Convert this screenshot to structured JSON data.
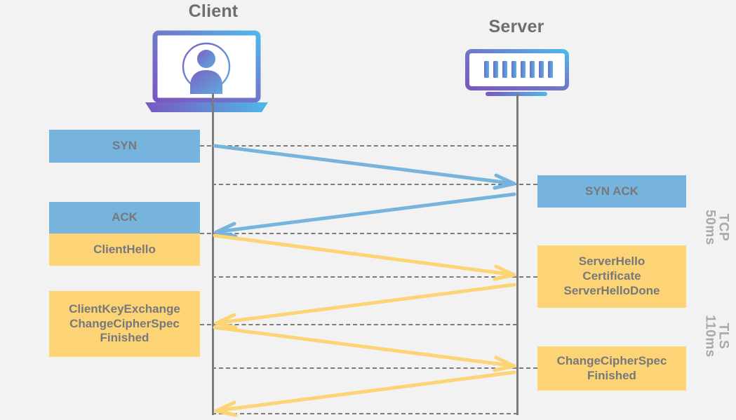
{
  "diagram": {
    "title_client": "Client",
    "title_server": "Server",
    "background_color": "#f2f2f2",
    "tcp_color": "#76b4dd",
    "tls_color": "#fcd475",
    "text_color": "#77787b",
    "lifeline_color": "#7b7b7b",
    "phase_label_color": "#a8a9ad"
  },
  "icons": {
    "client": "laptop-user-icon",
    "server": "server-rack-icon"
  },
  "messages": {
    "client_side": [
      {
        "id": "syn",
        "label": "SYN",
        "protocol": "TCP"
      },
      {
        "id": "ack",
        "label": "ACK",
        "protocol": "TCP"
      },
      {
        "id": "client-hello",
        "label": "ClientHello",
        "protocol": "TLS"
      },
      {
        "id": "client-key-exchange",
        "label": "ClientKeyExchange\nChangeCipherSpec\nFinished",
        "protocol": "TLS"
      }
    ],
    "server_side": [
      {
        "id": "syn-ack",
        "label": "SYN ACK",
        "protocol": "TCP"
      },
      {
        "id": "server-hello",
        "label": "ServerHello\nCertificate\nServerHelloDone",
        "protocol": "TLS"
      },
      {
        "id": "server-change-cipher-spec",
        "label": "ChangeCipherSpec\nFinished",
        "protocol": "TLS"
      }
    ]
  },
  "phases": [
    {
      "id": "tcp",
      "name": "TCP",
      "latency": "50ms"
    },
    {
      "id": "tls",
      "name": "TLS",
      "latency": "110ms"
    }
  ],
  "flows": [
    {
      "id": "flow-syn",
      "direction": "client-to-server",
      "protocol": "TCP"
    },
    {
      "id": "flow-syn-ack",
      "direction": "server-to-client",
      "protocol": "TCP"
    },
    {
      "id": "flow-client-hello",
      "direction": "client-to-server",
      "protocol": "TLS"
    },
    {
      "id": "flow-server-hello",
      "direction": "server-to-client",
      "protocol": "TLS"
    },
    {
      "id": "flow-client-key-exchange",
      "direction": "client-to-server",
      "protocol": "TLS"
    },
    {
      "id": "flow-server-finished",
      "direction": "server-to-client",
      "protocol": "TLS"
    }
  ]
}
